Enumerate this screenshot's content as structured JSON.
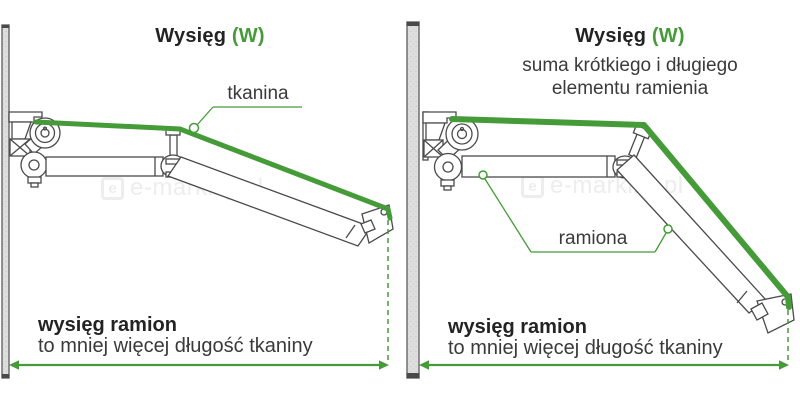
{
  "colors": {
    "accent_green": "#459b38",
    "ink": "#232323",
    "secondary_text": "#3a3a3a",
    "line_art": "#4a4a4a",
    "wall_fill": "#dcdcdc",
    "watermark": "#ededed"
  },
  "watermark": {
    "logo_letter": "e",
    "text": "e-markizy.pl"
  },
  "left": {
    "title": "Wysięg",
    "title_mark": "(W)",
    "fabric_label": "tkanina",
    "measure_bold": "wysięg ramion",
    "measure_text": "to mniej więcej długość tkaniny"
  },
  "right": {
    "title": "Wysięg",
    "title_mark": "(W)",
    "subtitle_line1": "suma krótkiego i długiego",
    "subtitle_line2": "elementu ramienia",
    "arms_label": "ramiona",
    "measure_bold": "wysięg ramion",
    "measure_text": "to mniej więcej długość tkaniny"
  },
  "icons": {
    "wall": "wall-section",
    "fabric": "awning-fabric-line",
    "arrow": "projection-measure-arrow",
    "dashed": "projection-extent-dashed-line"
  }
}
